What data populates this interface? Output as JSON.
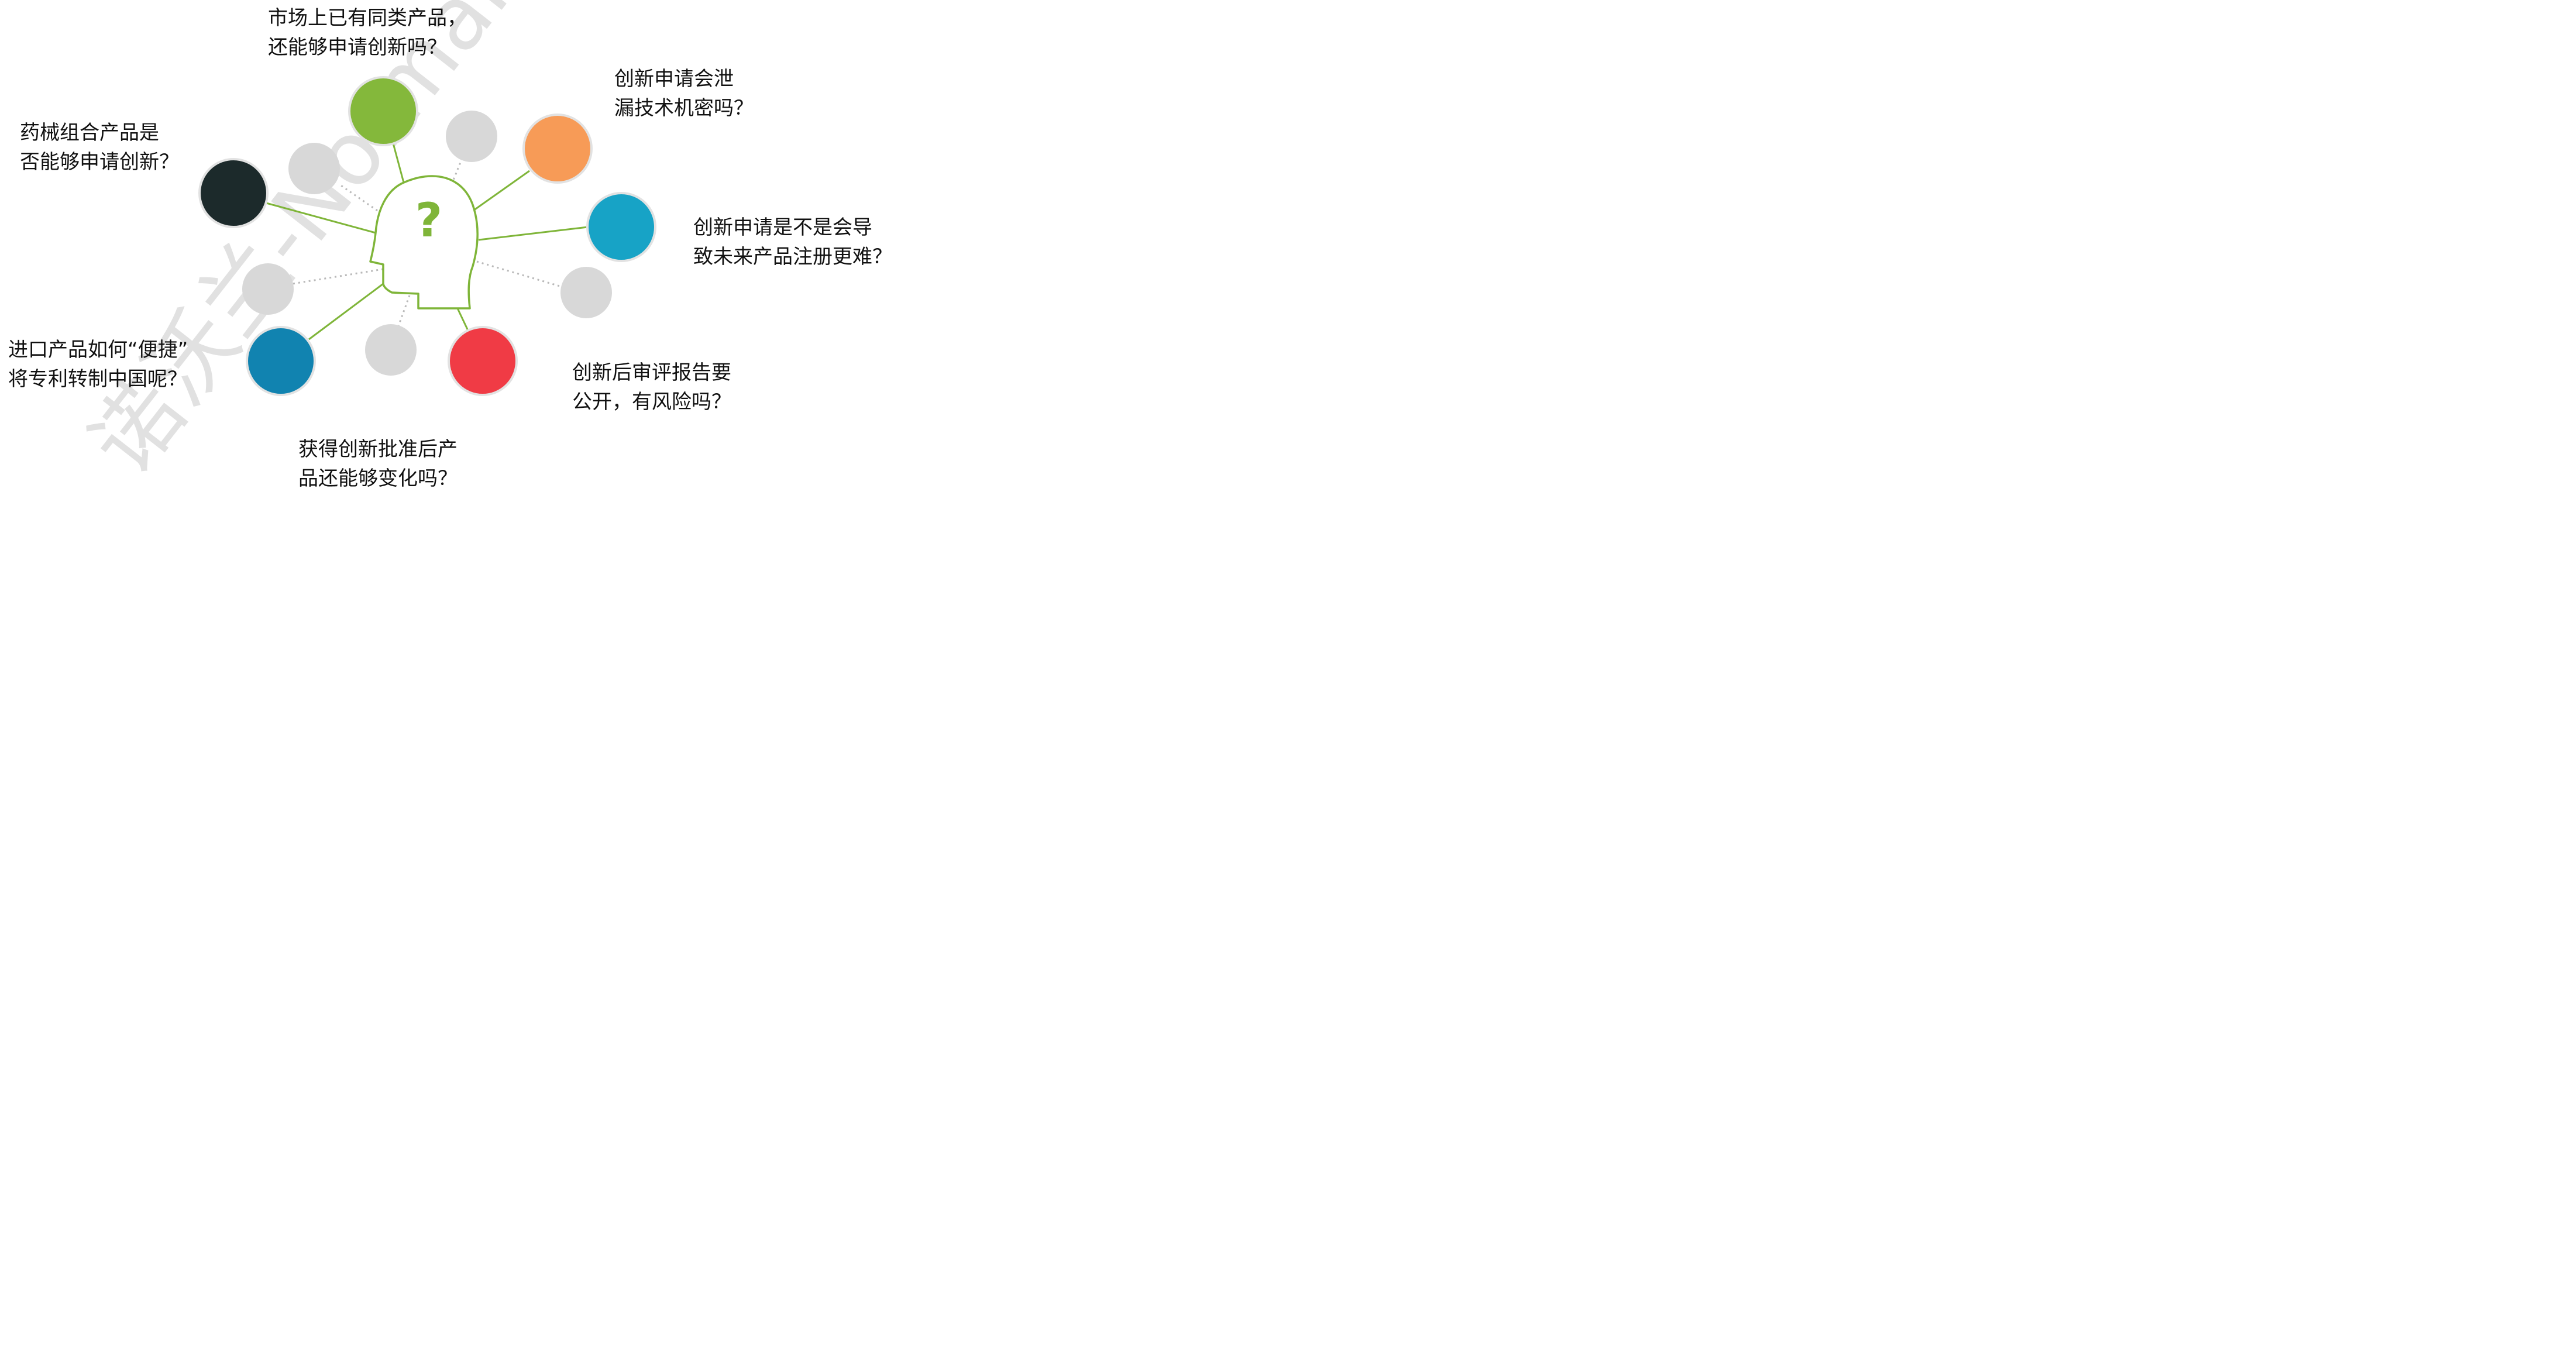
{
  "colors": {
    "head_outline": "#7fb539",
    "question_mark": "#7fb539",
    "connector": "#7fb539",
    "dotted_connector": "#b9b9b9",
    "grey_circle": "#d8d8d8",
    "watermark": "#dcdcdc"
  },
  "center": {
    "icon": "head-with-question-icon",
    "symbol": "?"
  },
  "nodes": [
    {
      "id": "top",
      "color": "#84b83b",
      "question": "市场上已有同类产品，\n还能够申请创新吗？"
    },
    {
      "id": "upper-right",
      "color": "#f79b57",
      "question": "创新申请会泄\n漏技术机密吗？"
    },
    {
      "id": "right",
      "color": "#17a3c6",
      "question": "创新申请是不是会导\n致未来产品注册更难？"
    },
    {
      "id": "lower-right",
      "color": "#f03b45",
      "question": "创新后审评报告要\n公开，有风险吗？"
    },
    {
      "id": "bottom",
      "color": null,
      "question": "获得创新批准后产\n品还能够变化吗？"
    },
    {
      "id": "lower-left",
      "color": "#1183b0",
      "question": "进口产品如何“便捷”\n将专利转制中国呢？"
    },
    {
      "id": "upper-left",
      "color": "#1c2a2b",
      "question": "药械组合产品是\n否能够申请创新？"
    }
  ],
  "watermark": {
    "text": "诺沃兰-Normaline"
  }
}
